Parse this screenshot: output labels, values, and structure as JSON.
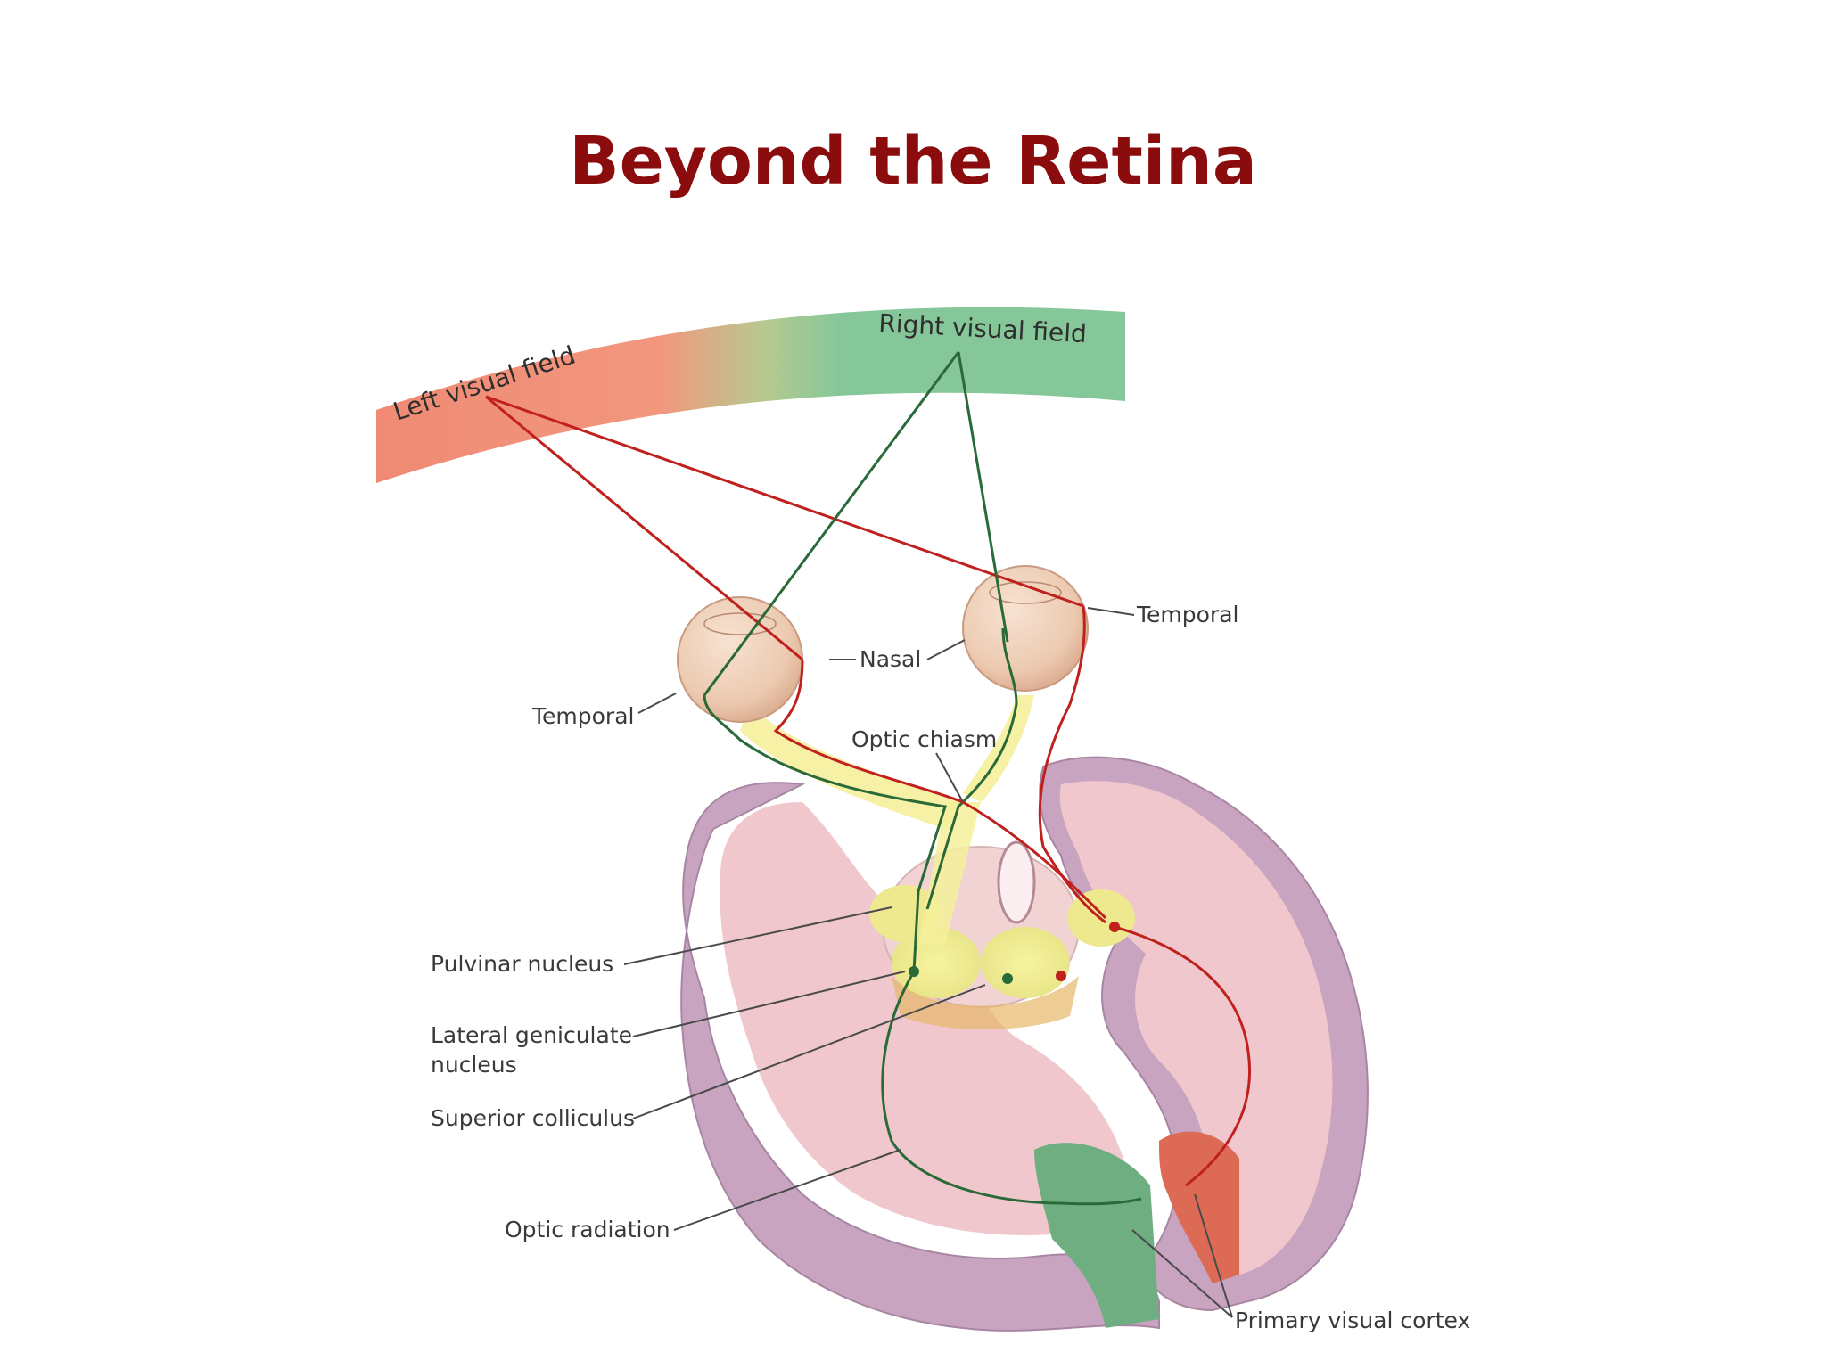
{
  "title": "Beyond the Retina",
  "labels": {
    "left_visual_field": "Left visual field",
    "right_visual_field": "Right visual field",
    "temporal_left": "Temporal",
    "temporal_right": "Temporal",
    "nasal": "Nasal",
    "optic_chiasm": "Optic chiasm",
    "pulvinar_nucleus": "Pulvinar nucleus",
    "lateral_geniculate_line1": "Lateral geniculate",
    "lateral_geniculate_line2": "nucleus",
    "superior_colliculus": "Superior colliculus",
    "optic_radiation": "Optic radiation",
    "primary_visual_cortex": "Primary visual cortex"
  },
  "colors": {
    "title": "#8b0c0c",
    "left_field": "#f08a74",
    "right_field": "#86c79a",
    "red_pathway": "#c0201e",
    "green_pathway": "#2a6a38",
    "brain_outer": "#c9a4c0",
    "brain_inner": "#efc7cc"
  }
}
